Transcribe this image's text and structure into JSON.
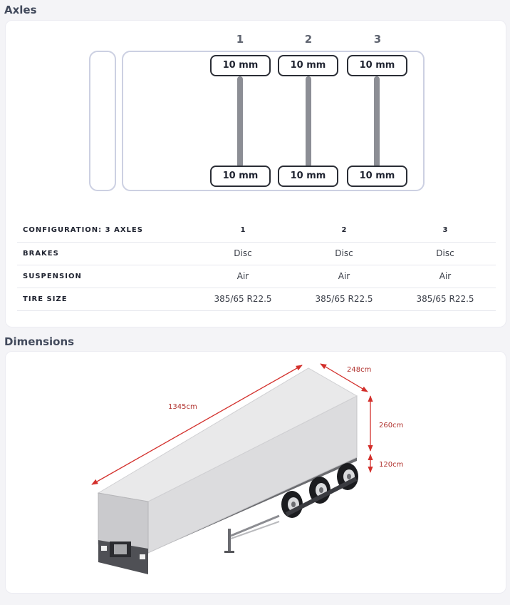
{
  "axles_section": {
    "title": "Axles",
    "diagram": {
      "axle_numbers": [
        "1",
        "2",
        "3"
      ],
      "top_tires": [
        "10 mm",
        "10 mm",
        "10 mm"
      ],
      "bottom_tires": [
        "10 mm",
        "10 mm",
        "10 mm"
      ]
    },
    "table": {
      "header": {
        "label": "CONFIGURATION: 3 AXLES",
        "values": [
          "1",
          "2",
          "3"
        ]
      },
      "rows": [
        {
          "label": "BRAKES",
          "values": [
            "Disc",
            "Disc",
            "Disc"
          ]
        },
        {
          "label": "SUSPENSION",
          "values": [
            "Air",
            "Air",
            "Air"
          ]
        },
        {
          "label": "TIRE SIZE",
          "values": [
            "385/65 R22.5",
            "385/65 R22.5",
            "385/65 R22.5"
          ]
        }
      ]
    }
  },
  "dimensions_section": {
    "title": "Dimensions",
    "length": "1345cm",
    "width": "248cm",
    "height": "260cm",
    "ground_clearance": "120cm",
    "colors": {
      "dimension_arrows": "#d3302c",
      "trailer_side": "#dcdcde",
      "trailer_top": "#e9e9ea",
      "trailer_rear": "#cacacd"
    }
  }
}
